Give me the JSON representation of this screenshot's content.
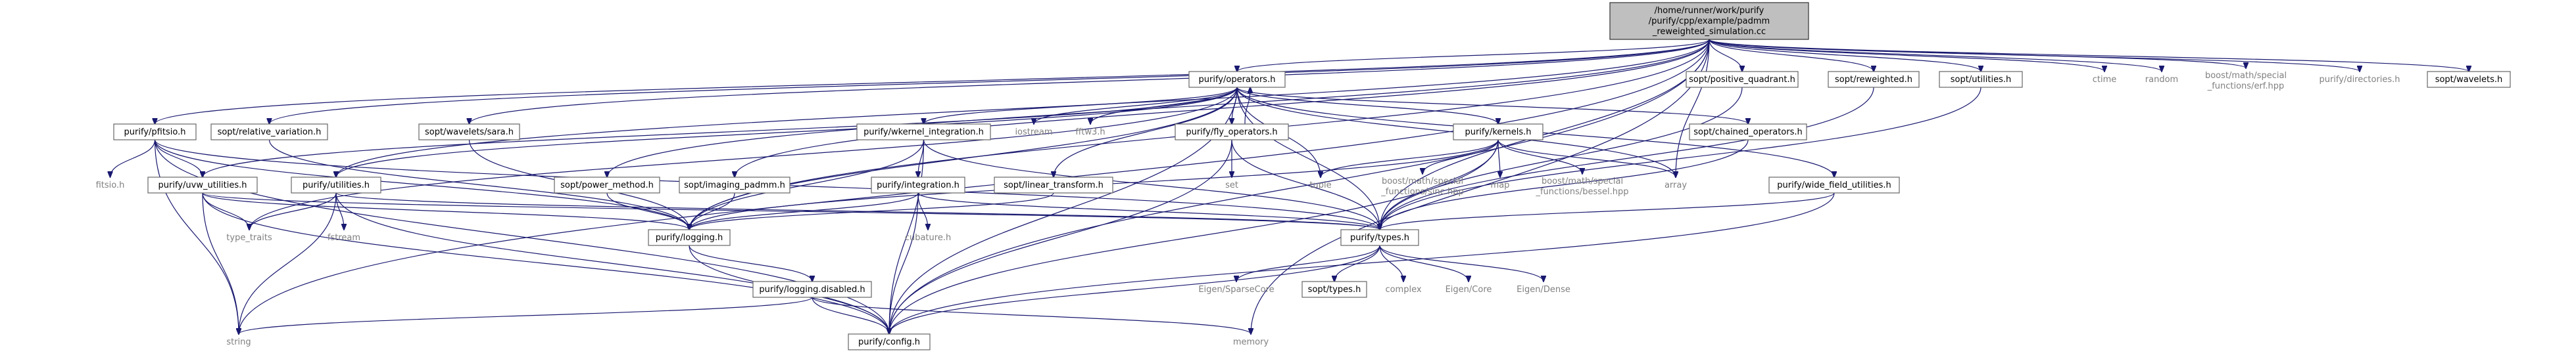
{
  "colors": {
    "edge": "#191970",
    "node_border": "#666666",
    "root_fill": "#bfbfbf",
    "external_text": "#808080"
  },
  "nodes": [
    {
      "id": "root",
      "lines": [
        "/home/runner/work/purify",
        "/purify/cpp/example/padmm",
        "_reweighted_simulation.cc"
      ],
      "kind": "root"
    },
    {
      "id": "operators",
      "lines": [
        "purify/operators.h"
      ],
      "kind": "internal"
    },
    {
      "id": "pfitsio",
      "lines": [
        "purify/pfitsio.h"
      ],
      "kind": "internal"
    },
    {
      "id": "relvar",
      "lines": [
        "sopt/relative_variation.h"
      ],
      "kind": "internal"
    },
    {
      "id": "sara",
      "lines": [
        "sopt/wavelets/sara.h"
      ],
      "kind": "internal"
    },
    {
      "id": "posquad",
      "lines": [
        "sopt/positive_quadrant.h"
      ],
      "kind": "internal"
    },
    {
      "id": "reweighted",
      "lines": [
        "sopt/reweighted.h"
      ],
      "kind": "internal"
    },
    {
      "id": "soptutil",
      "lines": [
        "sopt/utilities.h"
      ],
      "kind": "internal"
    },
    {
      "id": "ctime",
      "lines": [
        "ctime"
      ],
      "kind": "external"
    },
    {
      "id": "random",
      "lines": [
        "random"
      ],
      "kind": "external"
    },
    {
      "id": "erf",
      "lines": [
        "boost/math/special",
        "_functions/erf.hpp"
      ],
      "kind": "external"
    },
    {
      "id": "directories",
      "lines": [
        "purify/directories.h"
      ],
      "kind": "external"
    },
    {
      "id": "wavelets",
      "lines": [
        "sopt/wavelets.h"
      ],
      "kind": "internal"
    },
    {
      "id": "wkernel",
      "lines": [
        "purify/wkernel_integration.h"
      ],
      "kind": "internal"
    },
    {
      "id": "iostream",
      "lines": [
        "iostream"
      ],
      "kind": "external"
    },
    {
      "id": "fftw3",
      "lines": [
        "fftw3.h"
      ],
      "kind": "external"
    },
    {
      "id": "flyops",
      "lines": [
        "purify/fly_operators.h"
      ],
      "kind": "internal"
    },
    {
      "id": "kernels",
      "lines": [
        "purify/kernels.h"
      ],
      "kind": "internal"
    },
    {
      "id": "chained",
      "lines": [
        "sopt/chained_operators.h"
      ],
      "kind": "internal"
    },
    {
      "id": "fitsio",
      "lines": [
        "fitsio.h"
      ],
      "kind": "external"
    },
    {
      "id": "uvw",
      "lines": [
        "purify/uvw_utilities.h"
      ],
      "kind": "internal"
    },
    {
      "id": "putil",
      "lines": [
        "purify/utilities.h"
      ],
      "kind": "internal"
    },
    {
      "id": "powermethod",
      "lines": [
        "sopt/power_method.h"
      ],
      "kind": "internal"
    },
    {
      "id": "imaging",
      "lines": [
        "sopt/imaging_padmm.h"
      ],
      "kind": "internal"
    },
    {
      "id": "integration",
      "lines": [
        "purify/integration.h"
      ],
      "kind": "internal"
    },
    {
      "id": "lintrans",
      "lines": [
        "sopt/linear_transform.h"
      ],
      "kind": "internal"
    },
    {
      "id": "set",
      "lines": [
        "set"
      ],
      "kind": "external"
    },
    {
      "id": "tuple",
      "lines": [
        "tuple"
      ],
      "kind": "external"
    },
    {
      "id": "sinc",
      "lines": [
        "boost/math/special",
        "_functions/sinc.hpp"
      ],
      "kind": "external"
    },
    {
      "id": "map",
      "lines": [
        "map"
      ],
      "kind": "external"
    },
    {
      "id": "bessel",
      "lines": [
        "boost/math/special",
        "_functions/bessel.hpp"
      ],
      "kind": "external"
    },
    {
      "id": "array",
      "lines": [
        "array"
      ],
      "kind": "external"
    },
    {
      "id": "widefield",
      "lines": [
        "purify/wide_field_utilities.h"
      ],
      "kind": "internal"
    },
    {
      "id": "typetraits",
      "lines": [
        "type_traits"
      ],
      "kind": "external"
    },
    {
      "id": "fstream",
      "lines": [
        "fstream"
      ],
      "kind": "external"
    },
    {
      "id": "logging",
      "lines": [
        "purify/logging.h"
      ],
      "kind": "internal"
    },
    {
      "id": "cubature",
      "lines": [
        "cubature.h"
      ],
      "kind": "external"
    },
    {
      "id": "types",
      "lines": [
        "purify/types.h"
      ],
      "kind": "internal"
    },
    {
      "id": "eigsparse",
      "lines": [
        "Eigen/SparseCore"
      ],
      "kind": "external"
    },
    {
      "id": "sopttypes",
      "lines": [
        "sopt/types.h"
      ],
      "kind": "internal"
    },
    {
      "id": "complex",
      "lines": [
        "complex"
      ],
      "kind": "external"
    },
    {
      "id": "eigcore",
      "lines": [
        "Eigen/Core"
      ],
      "kind": "external"
    },
    {
      "id": "eigdense",
      "lines": [
        "Eigen/Dense"
      ],
      "kind": "external"
    },
    {
      "id": "logdis",
      "lines": [
        "purify/logging.disabled.h"
      ],
      "kind": "internal"
    },
    {
      "id": "string",
      "lines": [
        "string"
      ],
      "kind": "external"
    },
    {
      "id": "config",
      "lines": [
        "purify/config.h"
      ],
      "kind": "internal"
    },
    {
      "id": "memory",
      "lines": [
        "memory"
      ],
      "kind": "external"
    }
  ]
}
